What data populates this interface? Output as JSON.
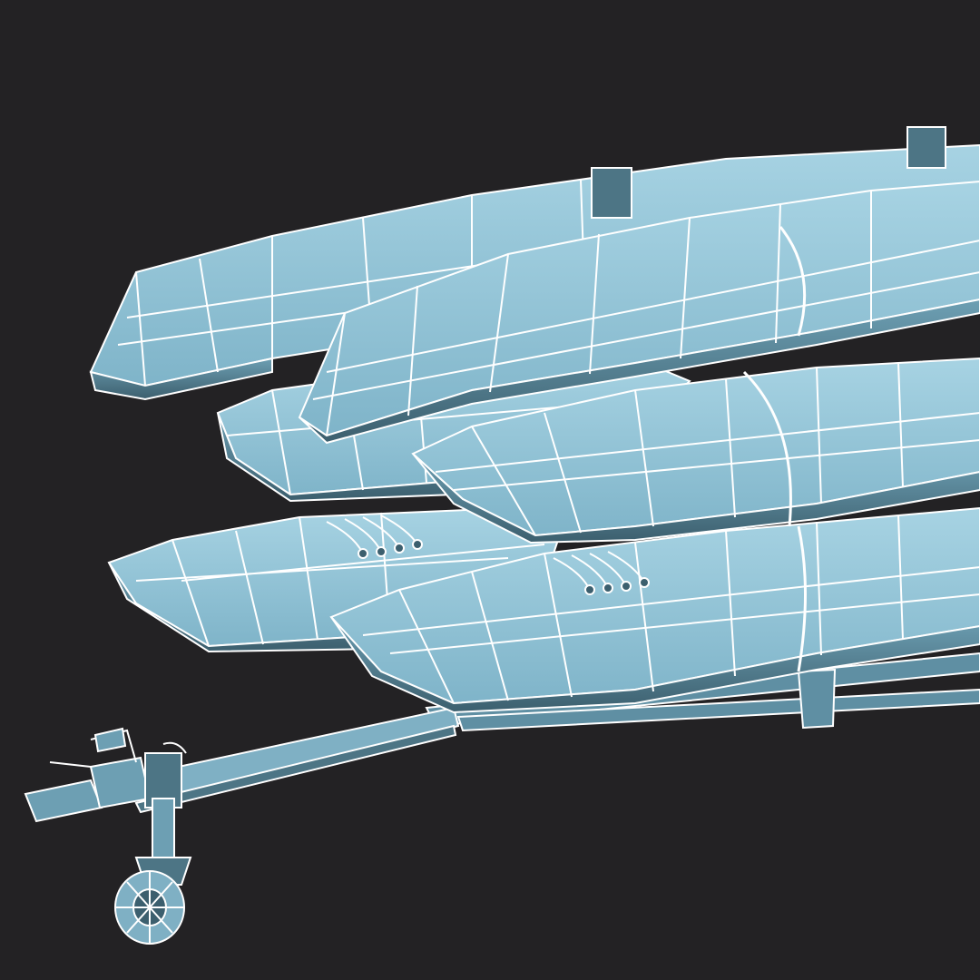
{
  "viewport": {
    "background": "#232224",
    "surface_light": "#8fc2d6",
    "surface_mid": "#6a9fb4",
    "surface_dark": "#3f6474",
    "wire": "#ffffff"
  },
  "scene": {
    "subject": "wireframe-3d-model",
    "objects": [
      "upper-kayak-back",
      "upper-kayak-front",
      "middle-kayak-back",
      "middle-kayak-front",
      "lower-kayak-back",
      "lower-kayak-front",
      "trailer-frame",
      "trailer-tongue",
      "coupler-hitch",
      "jockey-wheel"
    ]
  }
}
